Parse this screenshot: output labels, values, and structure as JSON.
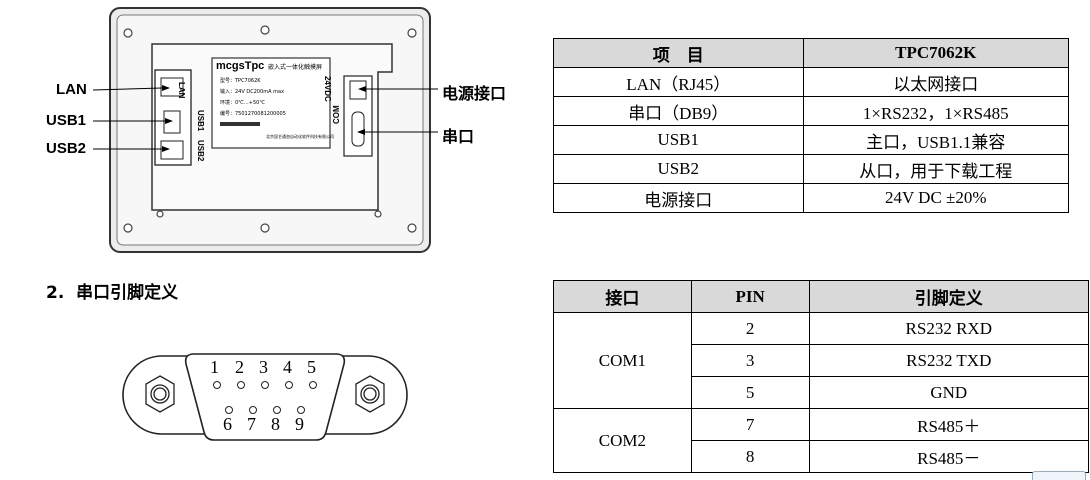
{
  "device_labels": {
    "lan": "LAN",
    "usb1": "USB1",
    "usb2": "USB2",
    "power": "电源接口",
    "serial": "串口"
  },
  "panel_markings": {
    "brand": "mcgsTpc",
    "model_title": "嵌入式一体化触摸屏",
    "lan": "LAN",
    "usb1": "USB1",
    "usb2": "USB2",
    "dc": "24VDC",
    "com": "COM",
    "info_lines": [
      "型号：TPC7062K",
      "输入：24V DC200mA max",
      "环境：0℃…+50℃",
      "编号：7501270081200005"
    ],
    "footer": "北京昆仑通态自动化软件科技有限公司"
  },
  "spec_table": {
    "headers": [
      "项　目",
      "TPC7062K"
    ],
    "rows": [
      [
        "LAN（RJ45）",
        "以太网接口"
      ],
      [
        "串口（DB9）",
        "1×RS232，1×RS485"
      ],
      [
        "USB1",
        "主口，USB1.1兼容"
      ],
      [
        "USB2",
        "从口，用于下载工程"
      ],
      [
        "电源接口",
        "24V DC ±20%"
      ]
    ]
  },
  "section_heading": "2.  串口引脚定义",
  "db9": {
    "top_pins": [
      "1",
      "2",
      "3",
      "4",
      "5"
    ],
    "bottom_pins": [
      "6",
      "7",
      "8",
      "9"
    ]
  },
  "pin_table": {
    "headers": [
      "接口",
      "PIN",
      "引脚定义"
    ],
    "groups": [
      {
        "port": "COM1",
        "rows": [
          [
            "2",
            "RS232 RXD"
          ],
          [
            "3",
            "RS232 TXD"
          ],
          [
            "5",
            "GND"
          ]
        ]
      },
      {
        "port": "COM2",
        "rows": [
          [
            "7",
            "RS485＋"
          ],
          [
            "8",
            "RS485－"
          ]
        ]
      }
    ]
  }
}
